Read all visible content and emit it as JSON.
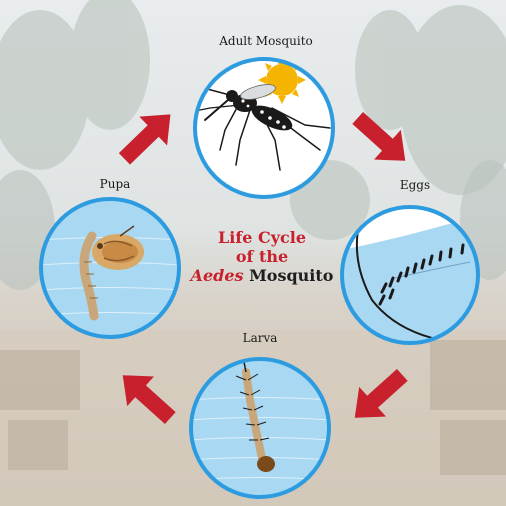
{
  "labels": {
    "adult": "Adult Mosquito",
    "eggs": "Eggs",
    "larva": "Larva",
    "pupa": "Pupa"
  },
  "title": {
    "line1": "Life Cycle",
    "line2": "of the",
    "line3_italic": "Aedes",
    "line3_rest": "Mosquito"
  },
  "colors": {
    "arrow": "#c8202c",
    "circle_border": "#2d9be0",
    "water": "#a9d8f2",
    "title_red": "#c8202c",
    "sun": "#f5b400"
  },
  "icons": [
    "sun-icon",
    "mosquito-icon",
    "egg-icon",
    "larva-icon",
    "pupa-icon",
    "cycle-arrow-icon"
  ]
}
